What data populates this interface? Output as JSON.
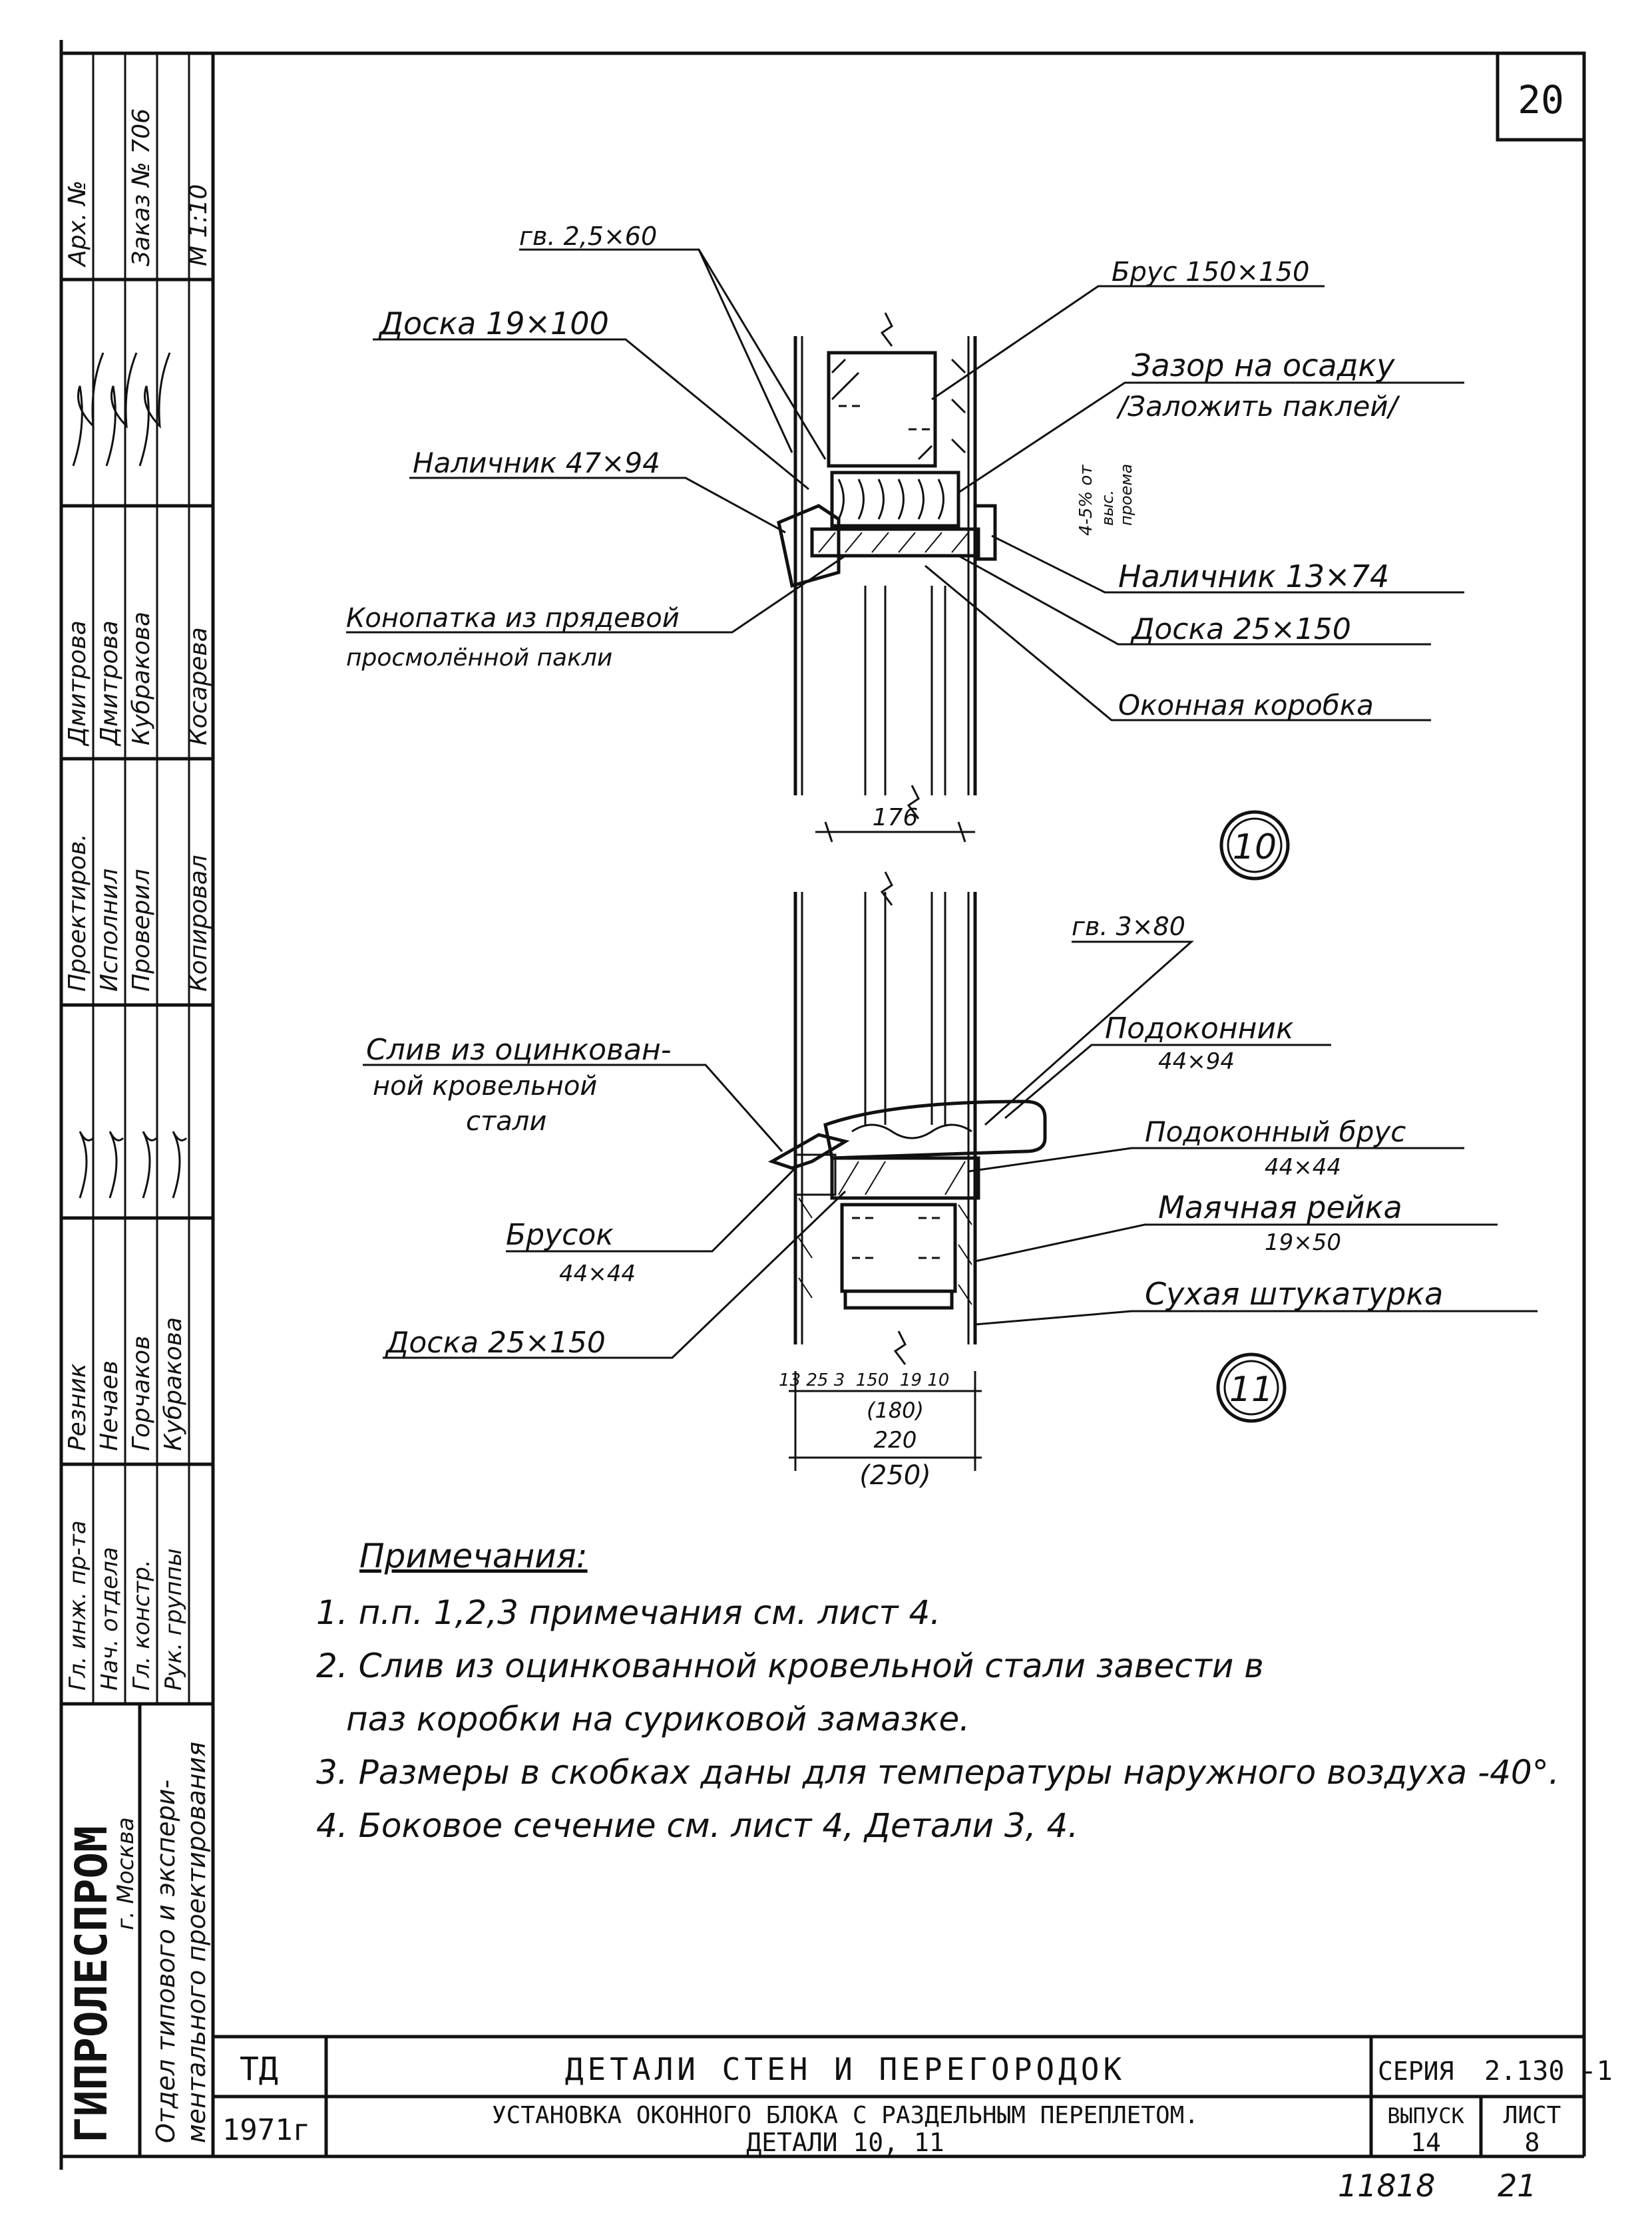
{
  "sheet_number": "20",
  "bottom_numbers": {
    "left": "11818",
    "right": "21"
  },
  "side_stamp": {
    "top_cells": [
      "Арх. №",
      "Заказ № 706",
      "М 1:10"
    ],
    "roles": [
      "Гл. инж. пр-та",
      "Нач. отдела",
      "Гл. констр.",
      "Рук. группы"
    ],
    "names": [
      "Резник",
      "Нечаев",
      "Горчаков",
      "Кубракова"
    ],
    "roles2": [
      "Проектиров.",
      "Исполнил",
      "Проверил",
      "Копировал"
    ],
    "names2": [
      "Дмитрова",
      "Дмитрова",
      "Кубракова",
      "Косарева"
    ],
    "org": "ГИПРОЛЕСПРОМ",
    "city": "г. Москва",
    "dept_line1": "Отдел типового и экспери-",
    "dept_line2": "ментального проектирования"
  },
  "labels": {
    "gv1": "гв. 2,5×60",
    "brus": "Брус 150×150",
    "doska1": "Доска 19×100",
    "zazor1": "Зазор на осадку",
    "zazor2": "/Заложить паклей/",
    "nalichnik1": "Наличник 47×94",
    "slope1": "4-5% от",
    "slope2": "выс.",
    "slope3": "проема",
    "nalichnik2": "Наличник 13×74",
    "konopatka1": "Конопатка из прядевой",
    "konopatka2": "просмолённой пакли",
    "doska2": "Доска 25×150",
    "okon_korobka": "Оконная коробка",
    "dim176": "176",
    "mark10": "10",
    "gv2": "гв. 3×80",
    "podokonnik1": "Подоконник",
    "podokonnik2": "44×94",
    "sliv1": "Слив из оцинкован-",
    "sliv2": "ной кровельной",
    "sliv3": "стали",
    "pod_brus1": "Подоконный брус",
    "pod_brus2": "44×44",
    "mayach1": "Маячная рейка",
    "mayach2": "19×50",
    "brusok1": "Брусок",
    "brusok2": "44×44",
    "sukh": "Сухая штукатурка",
    "doska3": "Доска 25×150",
    "mark11": "11",
    "dims_row": "13 25 3  150  19 10",
    "dim180": "(180)",
    "dim220": "220",
    "dim250": "(250)"
  },
  "notes": {
    "title": "Примечания:",
    "items": [
      "1. п.п. 1,2,3 примечания см. лист 4.",
      "2. Слив из оцинкованной кровельной стали завести в",
      "паз коробки на суриковой замазке.",
      "3. Размеры в скобках даны для температуры наружного воздуха -40°.",
      "4. Боковое сечение см. лист 4, Детали 3, 4."
    ]
  },
  "title_block": {
    "td": "ТД",
    "year": "1971г",
    "title": "ДЕТАЛИ СТЕН И ПЕРЕГОРОДОК",
    "subtitle1": "УСТАНОВКА ОКОННОГО БЛОКА С РАЗДЕЛЬНЫМ ПЕРЕПЛЕТОМ.",
    "subtitle2": "ДЕТАЛИ 10, 11",
    "series_label": "СЕРИЯ",
    "series": "2.130 -1",
    "issue_label": "ВЫПУСК",
    "issue": "14",
    "sheet_label": "ЛИСТ",
    "sheet": "8"
  }
}
